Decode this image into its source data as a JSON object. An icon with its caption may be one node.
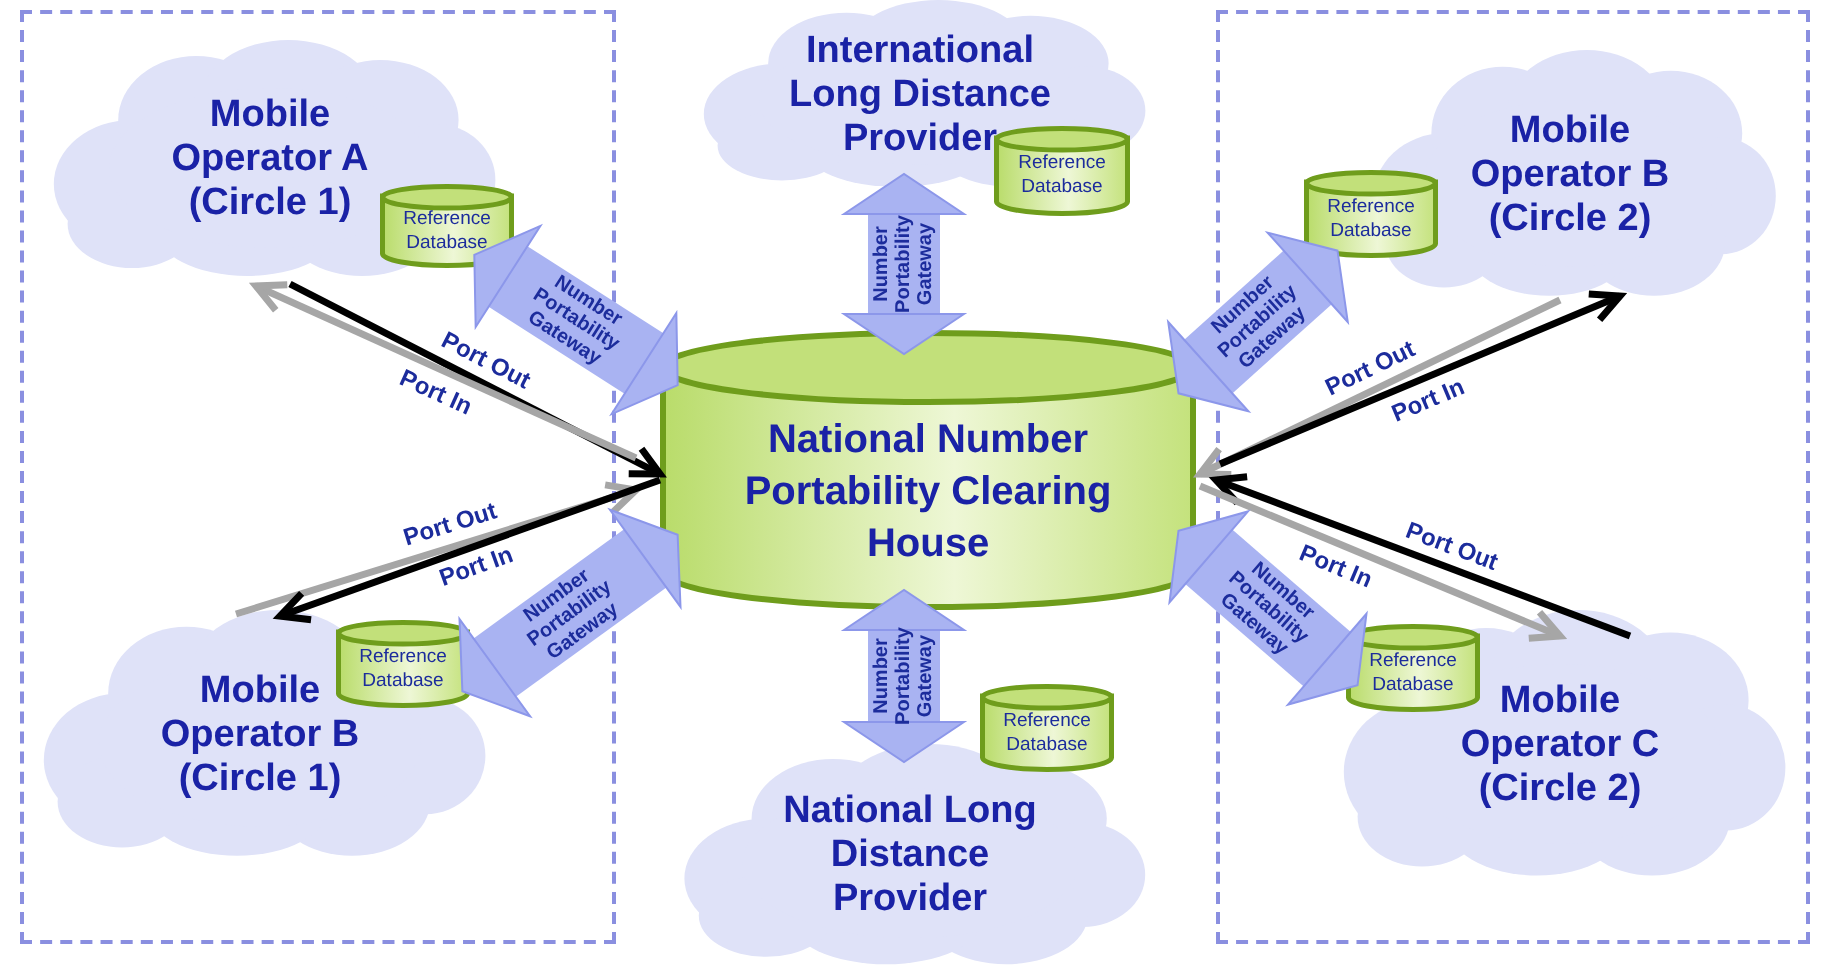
{
  "diagram": {
    "nodes": [
      {
        "text": [],
        "shape": "box"
      },
      {
        "text": [
          "Mobile Operator A (Circle 1)"
        ],
        "in": 0
      },
      {
        "text": [
          "Reference Database"
        ],
        "in": 0
      },
      {
        "text": [
          "Mobile Operator B (Circle 1)"
        ],
        "in": 0
      },
      {
        "text": [
          "Reference Database"
        ],
        "in": 3
      },
      {
        "text": [
          "International Long Distance Provider"
        ]
      },
      {
        "text": [
          "Reference Database"
        ]
      },
      {
        "text": [
          "National Number Portability Clearing House"
        ]
      },
      {
        "text": [
          "National Long Distance Provider"
        ]
      },
      {
        "text": [
          "Reference Database"
        ]
      },
      {
        "text": [],
        "shape": "box"
      },
      {
        "text": [
          "Mobile Operator B (Circle 2)"
        ],
        "in": 10
      },
      {
        "text": [
          "Reference Database"
        ],
        "in": 10
      },
      {
        "text": [
          "Mobile Operator C (Circle 2)"
        ],
        "in": 10
      },
      {
        "text": [
          "Reference Database"
        ],
        "in": 13
      }
    ],
    "edges": [
      {
        "from": 1,
        "to": 7,
        "arrow": "to",
        "label": "Port Out",
        "color": "#000000"
      },
      {
        "from": 7,
        "to": 1,
        "arrow": "to",
        "label": "Port In",
        "color": "#a6a6a6"
      },
      {
        "from": 3,
        "to": 7,
        "arrow": "to",
        "label": "Port Out",
        "color": "#a6a6a6"
      },
      {
        "from": 7,
        "to": 3,
        "arrow": "to",
        "label": "Port In",
        "color": "#000000"
      },
      {
        "from": 11,
        "to": 7,
        "arrow": "to",
        "label": "Port Out",
        "color": "#a6a6a6"
      },
      {
        "from": 7,
        "to": 11,
        "arrow": "to",
        "label": "Port In",
        "color": "#000000"
      },
      {
        "from": 13,
        "to": 7,
        "arrow": "to",
        "label": "Port Out",
        "color": "#000000"
      },
      {
        "from": 7,
        "to": 13,
        "arrow": "to",
        "label": "Port In",
        "color": "#a6a6a6"
      },
      {
        "from": 2,
        "to": 7,
        "arrow": "both",
        "label": "Number Portability Gateway",
        "style": "thick",
        "color": "#a9b3f2"
      },
      {
        "from": 4,
        "to": 7,
        "arrow": "both",
        "label": "Number Portability Gateway",
        "style": "thick",
        "color": "#a9b3f2"
      },
      {
        "from": 5,
        "to": 7,
        "arrow": "both",
        "label": "Number Portability Gateway",
        "style": "thick",
        "color": "#a9b3f2"
      },
      {
        "from": 7,
        "to": 8,
        "arrow": "both",
        "label": "Number Portability Gateway",
        "style": "thick",
        "color": "#a9b3f2"
      },
      {
        "from": 12,
        "to": 7,
        "arrow": "both",
        "label": "Number Portability Gateway",
        "style": "thick",
        "color": "#a9b3f2"
      },
      {
        "from": 14,
        "to": 7,
        "arrow": "both",
        "label": "Number Portability Gateway",
        "style": "thick",
        "color": "#a9b3f2"
      }
    ]
  }
}
